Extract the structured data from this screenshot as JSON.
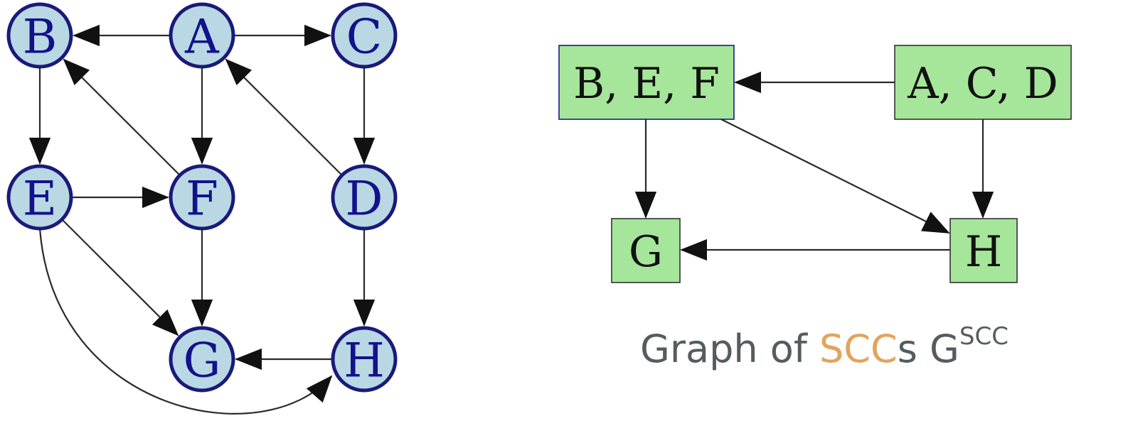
{
  "graph": {
    "nodes": [
      {
        "id": "A",
        "label": "A"
      },
      {
        "id": "B",
        "label": "B"
      },
      {
        "id": "C",
        "label": "C"
      },
      {
        "id": "D",
        "label": "D"
      },
      {
        "id": "E",
        "label": "E"
      },
      {
        "id": "F",
        "label": "F"
      },
      {
        "id": "G",
        "label": "G"
      },
      {
        "id": "H",
        "label": "H"
      }
    ],
    "edges": [
      {
        "from": "A",
        "to": "B"
      },
      {
        "from": "A",
        "to": "C"
      },
      {
        "from": "A",
        "to": "F"
      },
      {
        "from": "B",
        "to": "E"
      },
      {
        "from": "C",
        "to": "D"
      },
      {
        "from": "F",
        "to": "B"
      },
      {
        "from": "D",
        "to": "A"
      },
      {
        "from": "E",
        "to": "F"
      },
      {
        "from": "E",
        "to": "G"
      },
      {
        "from": "E",
        "to": "H"
      },
      {
        "from": "F",
        "to": "G"
      },
      {
        "from": "D",
        "to": "H"
      },
      {
        "from": "H",
        "to": "G"
      }
    ]
  },
  "scc_graph": {
    "components": [
      {
        "id": "BEF",
        "label": "B, E, F"
      },
      {
        "id": "ACD",
        "label": "A, C, D"
      },
      {
        "id": "G",
        "label": "G"
      },
      {
        "id": "H",
        "label": "H"
      }
    ],
    "edges": [
      {
        "from": "ACD",
        "to": "BEF"
      },
      {
        "from": "BEF",
        "to": "G"
      },
      {
        "from": "BEF",
        "to": "H"
      },
      {
        "from": "ACD",
        "to": "H"
      },
      {
        "from": "H",
        "to": "G"
      }
    ]
  },
  "caption": {
    "prefix": "Graph of ",
    "accent": "SCC",
    "suffix": "s G",
    "superscript": "SCC",
    "accent_color": "#e3a35a",
    "text_color": "#555c60"
  },
  "colors": {
    "node_fill": "#b9d8e4",
    "node_stroke": "#1a1a7a",
    "scc_fill": "#a6e69a"
  }
}
